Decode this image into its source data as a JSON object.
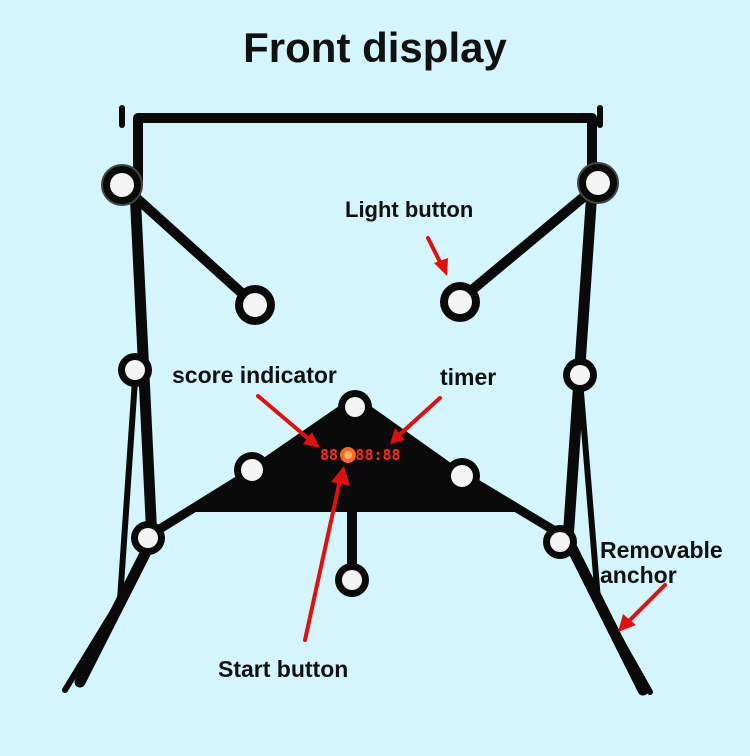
{
  "title": "Front display",
  "labels": {
    "light_button": "Light button",
    "score_indicator": "score indicator",
    "timer": "timer",
    "removable_anchor_line1": "Removable",
    "removable_anchor_line2": "anchor",
    "start_button": "Start button"
  },
  "display": {
    "score_digits": "88",
    "timer_digits": "88:88"
  },
  "colors": {
    "background": "#d3f5fb",
    "frame": "#0a0a0a",
    "arrow": "#e01010",
    "led": "#ff2a1a",
    "start_button": "#ff6a1a"
  }
}
